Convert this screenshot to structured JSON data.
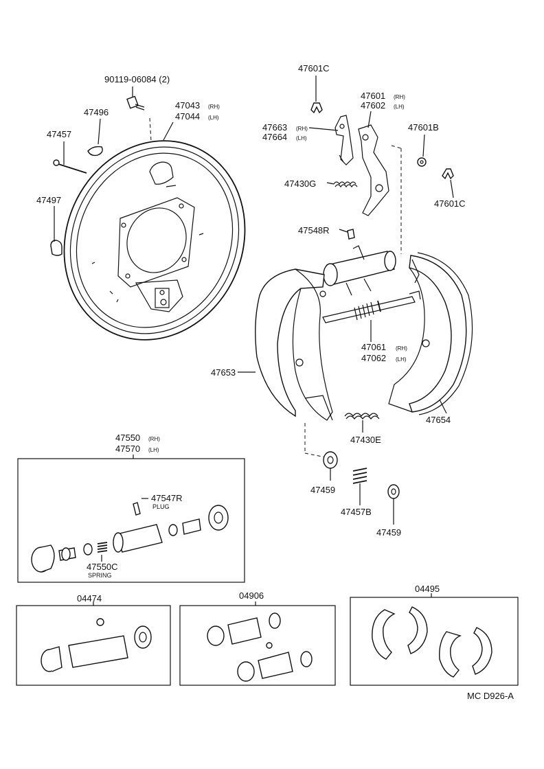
{
  "labels": {
    "bolt": "90119-06084 (2)",
    "p47496": "47496",
    "p47457": "47457",
    "p47497": "47497",
    "plate_rh": "47043",
    "plate_lh": "47044",
    "p47601c_top": "47601C",
    "lever_rh": "47601",
    "lever_lh": "47602",
    "latch_rh": "47663",
    "latch_lh": "47664",
    "p47601b": "47601B",
    "p47430g": "47430G",
    "p47601c_right": "47601C",
    "p47548r": "47548R",
    "adjuster_rh": "47061",
    "adjuster_lh": "47062",
    "p47653": "47653",
    "p47654": "47654",
    "p47430e": "47430E",
    "p47459_left": "47459",
    "p47457b": "47457B",
    "p47459_right": "47459",
    "cyl_rh": "47550",
    "cyl_lh": "47570",
    "p47547r": "47547R",
    "plug": "PLUG",
    "p47550c": "47550C",
    "spring": "SPRING",
    "kit1": "04474",
    "kit2": "04906",
    "kit3": "04495",
    "diagram_code": "MC D926-A"
  },
  "side": {
    "rh": "(RH)",
    "lh": "(LH)"
  }
}
